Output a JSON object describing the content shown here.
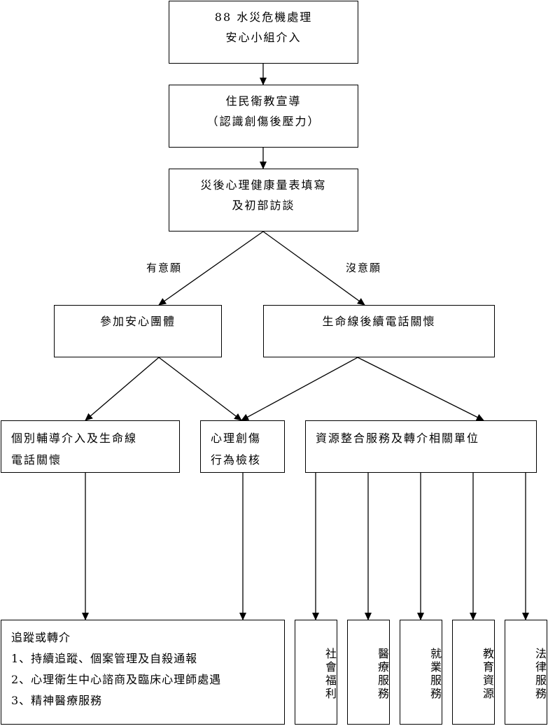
{
  "title_box": {
    "line1": "88 水災危機處理",
    "line2": "安心小組介入"
  },
  "education_box": {
    "line1": "住民衛教宣導",
    "line2": "（認識創傷後壓力）"
  },
  "screening_box": {
    "line1": "災後心理健康量表填寫",
    "line2": "及初部訪談"
  },
  "branch_labels": {
    "willing": "有意願",
    "unwilling": "沒意願"
  },
  "group_box": {
    "label": "參加安心團體"
  },
  "lifeline_box": {
    "label": "生命線後續電話關懷"
  },
  "counseling_box": {
    "line1": "個別輔導介入及生命線",
    "line2": "電話關懷"
  },
  "trauma_box": {
    "line1": "心理創傷",
    "line2": "行為檢核"
  },
  "resource_box": {
    "label": "資源整合服務及轉介相關單位"
  },
  "followup_box": {
    "title": "追蹤或轉介",
    "items": [
      "1、持續追蹤、個案管理及自殺通報",
      "2、心理衛生中心諮商及臨床心理師處遇",
      "3、精神醫療服務"
    ]
  },
  "services": [
    {
      "label": "社會福利"
    },
    {
      "label": "醫療服務"
    },
    {
      "label": "就業服務"
    },
    {
      "label": "教育資源"
    },
    {
      "label": "法律服務"
    }
  ]
}
